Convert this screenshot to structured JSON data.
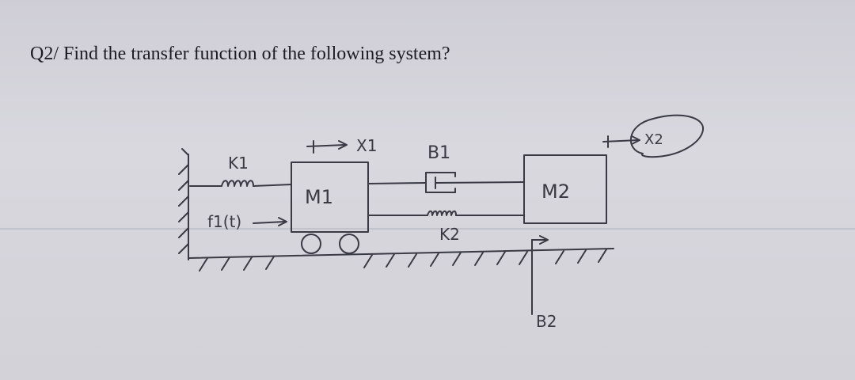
{
  "question": "Q2/ Find the transfer function of the following system?",
  "labels": {
    "k1": "K1",
    "x1": "X1",
    "b1": "B1",
    "x2": "X2",
    "m1": "M1",
    "m2": "M2",
    "f1": "f1(t)",
    "k2": "K2",
    "b2": "B2"
  },
  "colors": {
    "ink": "#3a3a44",
    "paper": "#d6d5dc",
    "text": "#1c1c24"
  }
}
